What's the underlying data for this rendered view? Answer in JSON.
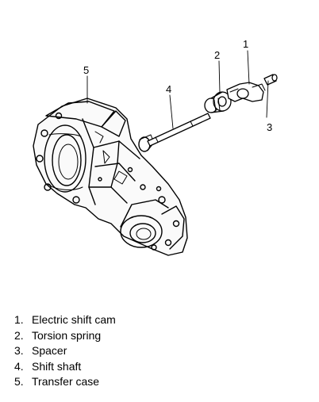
{
  "callouts": {
    "c1": "1",
    "c2": "2",
    "c3": "3",
    "c4": "4",
    "c5": "5"
  },
  "legend": [
    {
      "num": "1.",
      "label": "Electric shift cam"
    },
    {
      "num": "2.",
      "label": "Torsion spring"
    },
    {
      "num": "3.",
      "label": "Spacer"
    },
    {
      "num": "4.",
      "label": "Shift shaft"
    },
    {
      "num": "5.",
      "label": "Transfer case"
    }
  ]
}
